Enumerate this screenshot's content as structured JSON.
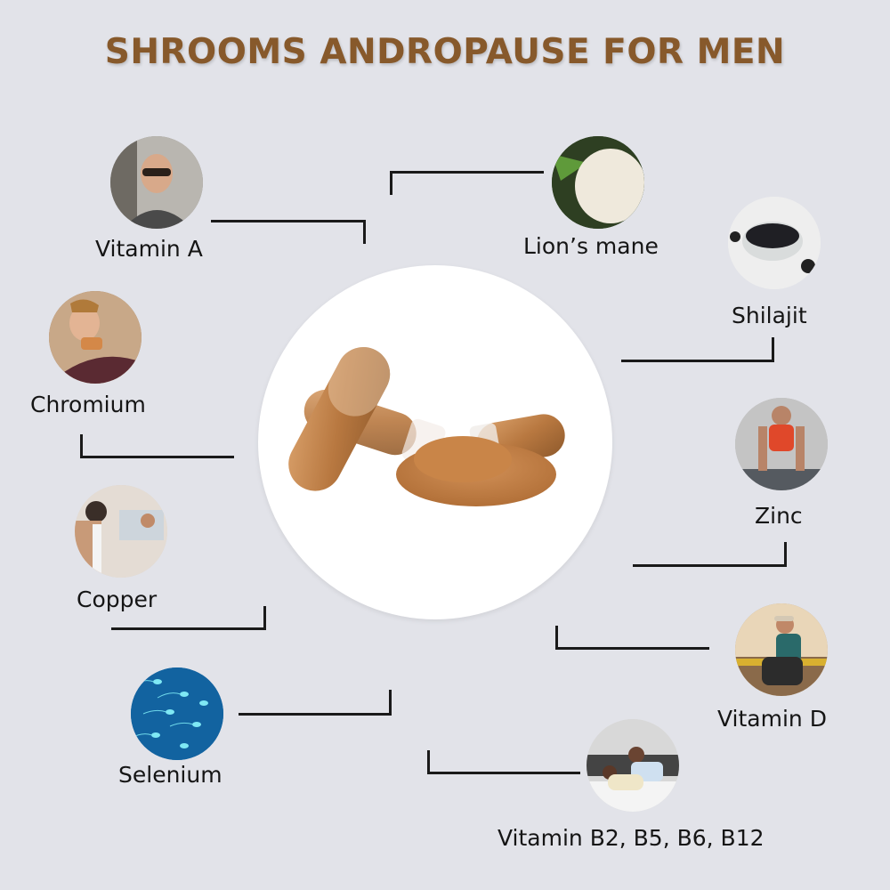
{
  "title": "SHROOMS ANDROPAUSE FOR MEN",
  "colors": {
    "background": "#e2e3e9",
    "title": "#87592b",
    "line": "#1a1a1a",
    "center_circle": "#ffffff"
  },
  "center": {
    "image": "capsules-with-powder-image"
  },
  "ingredients": [
    {
      "label": "Vitamin A",
      "image": "smiling-man-glasses-photo"
    },
    {
      "label": "Lion’s mane",
      "image": "lions-mane-mushroom-photo"
    },
    {
      "label": "Shilajit",
      "image": "shilajit-bowl-photo"
    },
    {
      "label": "Chromium",
      "image": "man-eating-photo"
    },
    {
      "label": "Zinc",
      "image": "man-pushup-photo"
    },
    {
      "label": "Copper",
      "image": "man-mirror-photo"
    },
    {
      "label": "Vitamin D",
      "image": "man-sitting-sunset-photo"
    },
    {
      "label": "Selenium",
      "image": "sperm-cells-photo"
    },
    {
      "label": "Vitamin B2, B5, B6, B12",
      "image": "couple-in-bed-photo"
    }
  ]
}
